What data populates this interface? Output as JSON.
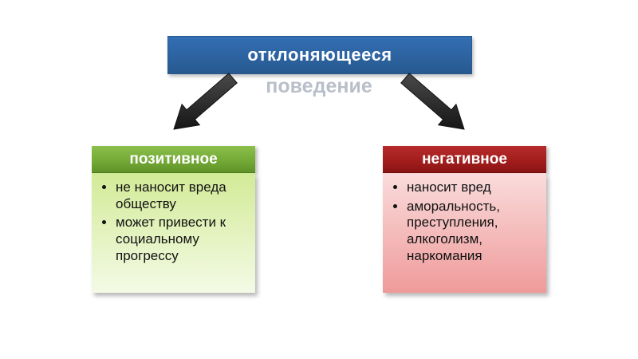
{
  "title": {
    "line1": "отклоняющееся",
    "line2": "поведение"
  },
  "left": {
    "header": "позитивное",
    "items": [
      "не наносит вреда обществу",
      "может привести к социальному прогрессу"
    ]
  },
  "right": {
    "header": "негативное",
    "items": [
      "наносит вред",
      "аморальность, преступления, алкоголизм, наркомания"
    ]
  },
  "icons": {
    "arrow_left": "arrow-down-left-icon",
    "arrow_right": "arrow-down-right-icon"
  },
  "colors": {
    "title_box": "#336fb4",
    "title_box_dark": "#27598f",
    "subtitle": "#b9bfc9",
    "positive_header": "#74aa36",
    "positive_body_top": "#d2eb97",
    "positive_body_bottom": "#f4fae6",
    "negative_header": "#a31d1d",
    "negative_body_top": "#fadcdc",
    "negative_body_bottom": "#ef9a9a",
    "arrow_dark": "#1c1c1c",
    "arrow_light": "#4a4a4a"
  }
}
